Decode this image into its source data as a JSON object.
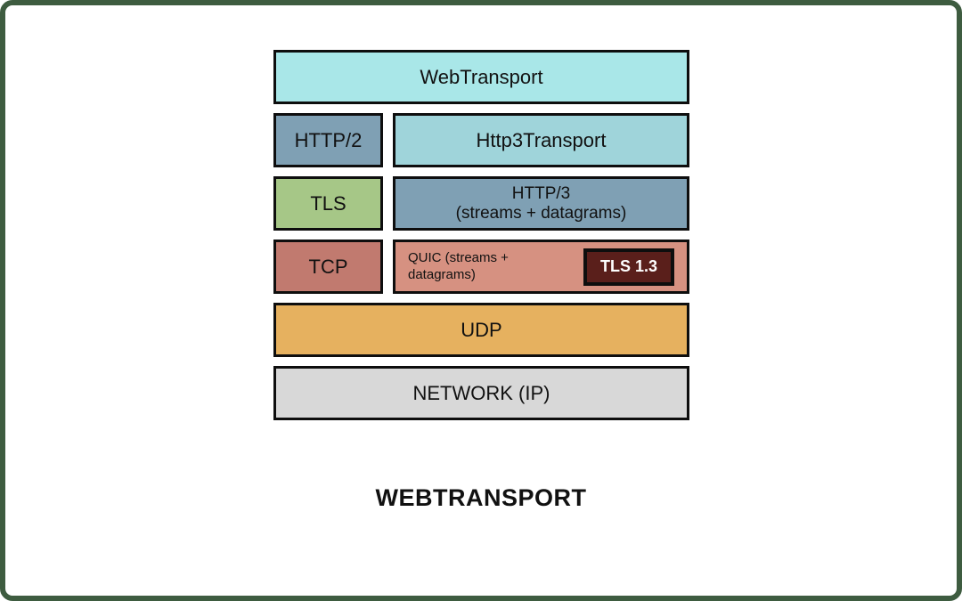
{
  "diagram": {
    "caption": "WEBTRANSPORT",
    "layers": {
      "webtransport": "WebTransport",
      "http2": "HTTP/2",
      "http3transport": "Http3Transport",
      "tls": "TLS",
      "http3_line1": "HTTP/3",
      "http3_line2": "(streams + datagrams)",
      "tcp": "TCP",
      "quic_line1": "QUIC (streams +",
      "quic_line2": "datagrams)",
      "tls13": "TLS 1.3",
      "udp": "UDP",
      "network": "NETWORK (IP)"
    },
    "colors": {
      "frame": "#3e5c40",
      "box_border": "#0e0e0e",
      "webtransport": "#a9e7e8",
      "http2": "#7fa0b4",
      "http3transport": "#9fd4da",
      "tls": "#a6c787",
      "http3": "#7fa0b4",
      "tcp": "#c17a6f",
      "quic": "#d69181",
      "tls13_bg": "#5a1f1b",
      "tls13_text": "#ffffff",
      "udp": "#e6b15f",
      "network": "#d8d8d8"
    }
  }
}
